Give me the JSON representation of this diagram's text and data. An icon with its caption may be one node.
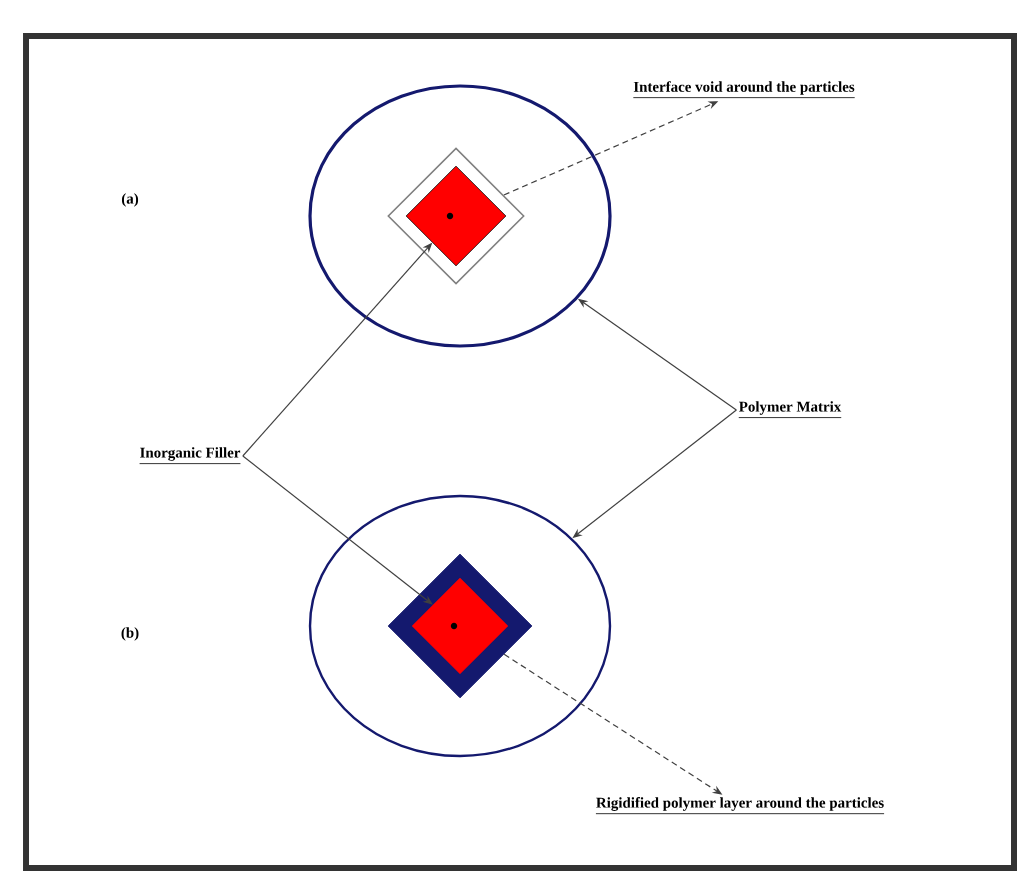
{
  "diagram": {
    "nodes": [
      {
        "text": [],
        "shape": "circle"
      },
      {
        "text": [],
        "shape": "diamond",
        "in": 0
      },
      {
        "text": [],
        "shape": "diamond",
        "in": 1
      },
      {
        "text": [],
        "shape": "circle"
      },
      {
        "text": [],
        "shape": "diamond",
        "in": 3
      },
      {
        "text": [],
        "shape": "diamond",
        "in": 4
      },
      {
        "text": [
          "Interface void around the particles"
        ]
      },
      {
        "text": [
          "Inorganic Filler"
        ]
      },
      {
        "text": [
          "Polymer Matrix"
        ]
      },
      {
        "text": [
          "Rigidified polymer layer around the particles"
        ]
      }
    ],
    "edges": [
      {
        "from": 1,
        "to": 6,
        "arrow": "to",
        "style": "dashed"
      },
      {
        "from": 7,
        "to": 2,
        "arrow": "to"
      },
      {
        "from": 7,
        "to": 5,
        "arrow": "to"
      },
      {
        "from": 8,
        "to": 0,
        "arrow": "to"
      },
      {
        "from": 8,
        "to": 3,
        "arrow": "to"
      },
      {
        "from": 4,
        "to": 9,
        "arrow": "to",
        "style": "dashed"
      }
    ],
    "labels": [
      "(a)",
      "(b)"
    ]
  }
}
